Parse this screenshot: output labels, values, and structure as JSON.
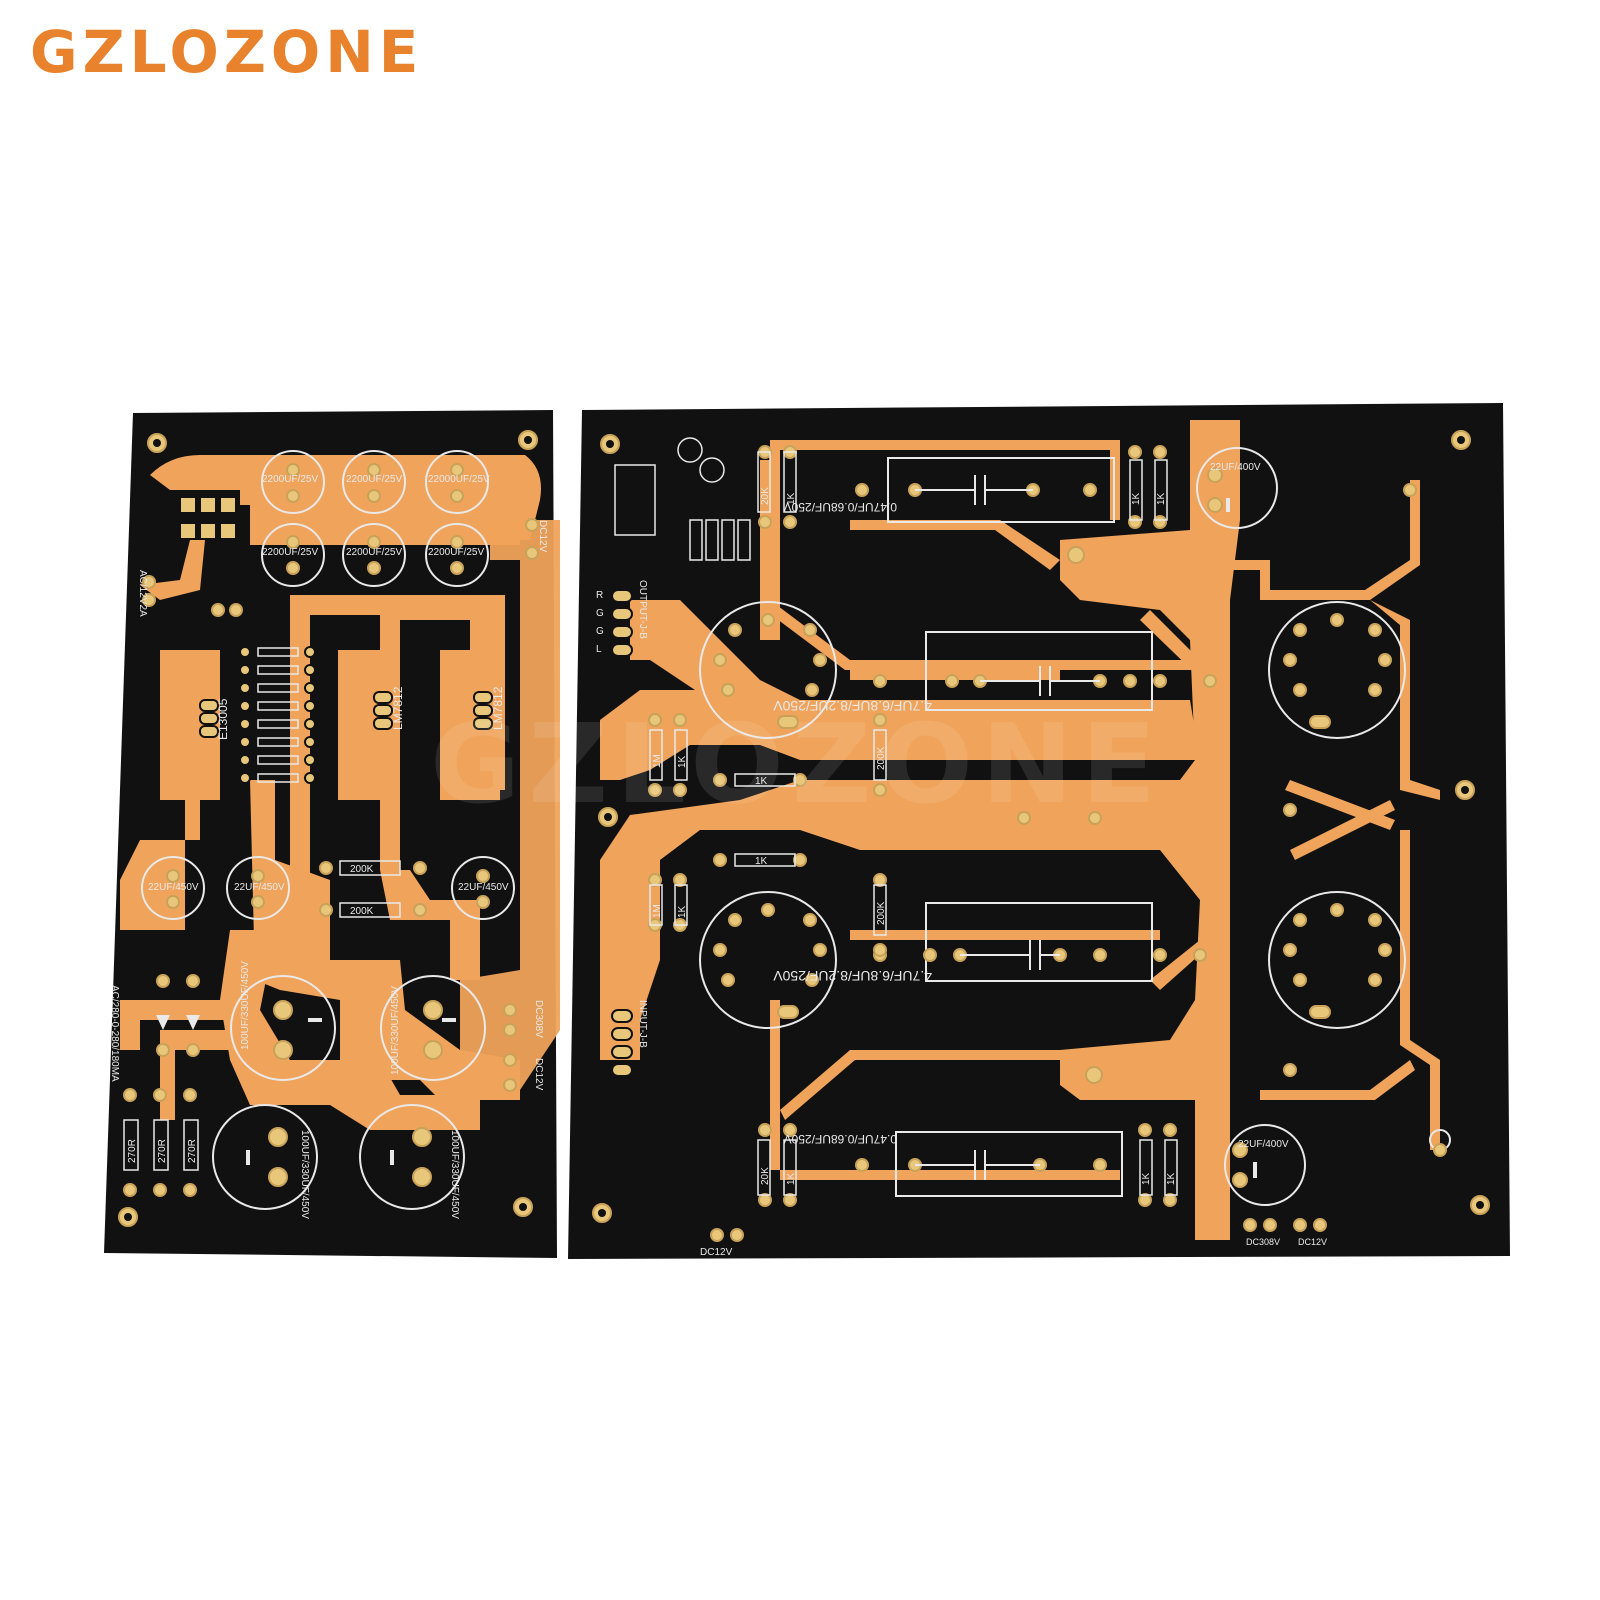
{
  "brand": {
    "name": "GZLOZONE",
    "color": "#e8822c"
  },
  "watermark": "GZLOZONE",
  "colors": {
    "board": "#111111",
    "copper": "#f0a35a",
    "pad": "#e8c77a",
    "silkscreen": "#e9e9e9"
  },
  "power_board": {
    "caps_small": [
      "2200UF/25V",
      "2200UF/25V",
      "22000UF/25V",
      "2200UF/25V",
      "2200UF/25V",
      "2200UF/25V"
    ],
    "caps_hv": [
      "22UF/450V",
      "22UF/450V",
      "22UF/450V"
    ],
    "caps_big": [
      "100UF/330UF/450V",
      "100UF/330UF/450V",
      "100UF/330UF/450V",
      "100UF/330UF/450V"
    ],
    "regulators": [
      "E13005",
      "LM7812",
      "LM7812"
    ],
    "resistors": [
      "200K",
      "200K",
      "270R",
      "270R",
      "270R"
    ],
    "labels": [
      "AC/12V2A",
      "AC/280-0-280/180MA",
      "DC308V",
      "DC12V",
      "DC12V"
    ]
  },
  "amp_board": {
    "film_caps": [
      "0.47UF/0.68UF/250V",
      "4.7UF/6.8UF/8.2UF/250V",
      "4.7UF/6.8UF/8.2UF/250V",
      "0.47UF/0.68UF/250V"
    ],
    "electrolytics": [
      "22UF/400V",
      "22UF/400V"
    ],
    "resistors": [
      "20K",
      "1K",
      "1K",
      "1K",
      "1M",
      "1K",
      "1K",
      "200K",
      "1M",
      "1K",
      "1K",
      "200K",
      "20K",
      "1K",
      "1K",
      "1K"
    ],
    "connectors": [
      "OUTPUT-J-B",
      "INPUT-J-B"
    ],
    "terminals": [
      "DC12V",
      "DC308V",
      "DC12V"
    ],
    "terminal_pins": [
      "L",
      "G",
      "G",
      "R"
    ]
  }
}
